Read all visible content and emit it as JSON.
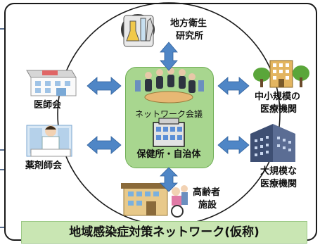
{
  "nodes": {
    "lab": {
      "line1": "地方衛生",
      "line2": "研究所"
    },
    "medical_assoc": "医師会",
    "pharma_assoc": "薬剤師会",
    "small_hospital": {
      "line1": "中小規模の",
      "line2": "医療機関"
    },
    "large_hospital": {
      "line1": "大規模な",
      "line2": "医療機関"
    },
    "elder_facility": {
      "line1": "高齢者",
      "line2": "施設"
    }
  },
  "center": {
    "meeting": "ネットワーク会議",
    "office": "保健所・自治体"
  },
  "banner": "地域感染症対策ネットワーク(仮称)",
  "colors": {
    "arrow": "#4f86c6",
    "center_fill": "#a8d68f",
    "banner_fill": "#c9e6b3",
    "frame": "#1a1a1a"
  }
}
